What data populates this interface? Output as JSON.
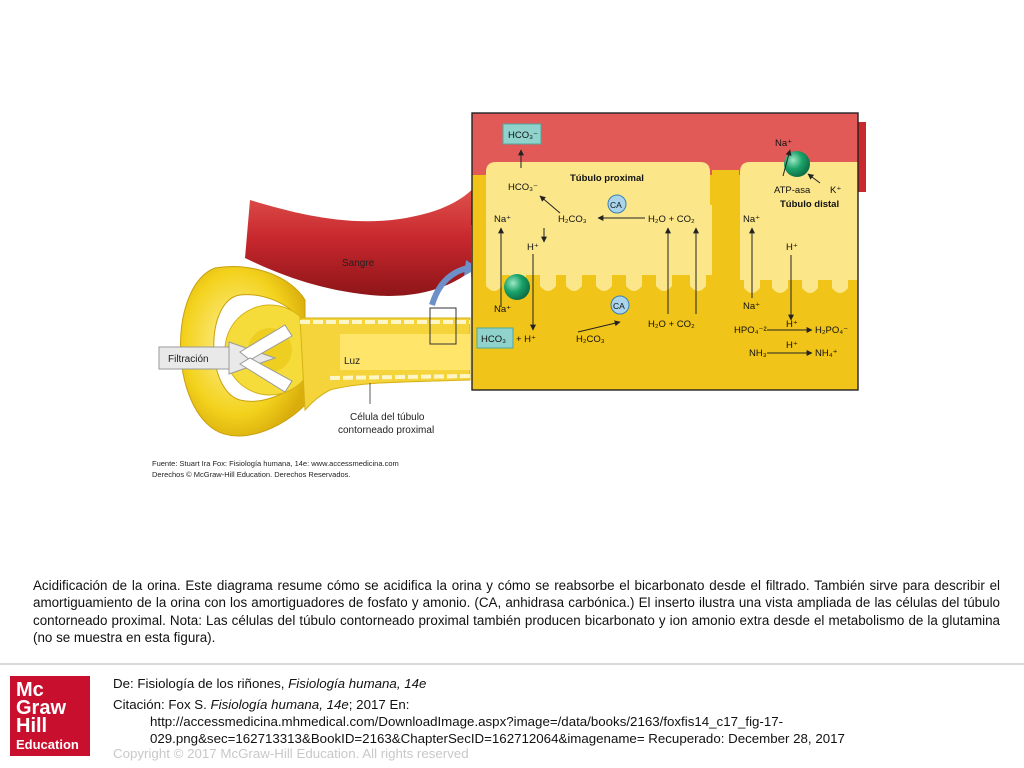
{
  "figure": {
    "label_sangre": "Sangre",
    "label_filtracion": "Filtración",
    "label_luz": "Luz",
    "label_celula_1": "Célula del túbulo",
    "label_celula_2": "contorneado proximal",
    "credit_1": "Fuente: Stuart Ira Fox: Fisiología humana, 14e: www.accessmedicina.com",
    "credit_2": "Derechos © McGraw-Hill Education. Derechos Reservados.",
    "inset": {
      "hco3_blood": "HCO₃⁻",
      "tubulo_proximal": "Túbulo proximal",
      "hco3_cell": "HCO₃⁻",
      "na_cell_left": "Na⁺",
      "h2co3_cell": "H₂CO₃",
      "ca_top": "CA",
      "h2o_co2_top": "H₂O  +  CO₂",
      "h_cell_left": "H⁺",
      "na_lumen_left": "Na⁺",
      "hco3_lumen": "HCO₃",
      "plus_h_lumen": "+   H⁺",
      "h2co3_lumen": "H₂CO₃",
      "ca_bottom": "CA",
      "h2o_co2_bottom": "H₂O  +  CO₂",
      "na_top_distal": "Na⁺",
      "atp_asa": "ATP-asa",
      "k_plus": "K⁺",
      "tubulo_distal": "Túbulo distal",
      "na_cell_right": "Na⁺",
      "h_cell_right": "H⁺",
      "na_lumen_right": "Na⁺",
      "hpo4": "HPO₄⁻²",
      "h_over_hpo4": "H⁺",
      "h2po4": "H₂PO₄⁻",
      "nh3": "NH₃",
      "h_over_nh3": "H⁺",
      "nh4": "NH₄⁺"
    }
  },
  "caption": "Acidificación de la orina. Este diagrama resume cómo se acidifica la orina y cómo se reabsorbe el bicarbonato desde el filtrado. También sirve para describir el amortiguamiento de la orina con los amortiguadores de fosfato y amonio. (CA, anhidrasa carbónica.) El inserto ilustra una vista ampliada de las células del túbulo contorneado proximal. Nota: Las células del túbulo contorneado proximal también producen bicarbonato y ion amonio extra desde el metabolismo de la glutamina (no se muestra en esta figura).",
  "logo": {
    "line1": "Mc",
    "line2": "Graw",
    "line3": "Hill",
    "line4": "Education"
  },
  "source": {
    "de_prefix": "De: ",
    "de_chapter": "Fisiología de los riñones, ",
    "de_book": "Fisiología humana, 14e",
    "citation_prefix": "Citación: Fox S. ",
    "citation_book": "Fisiología humana, 14e",
    "citation_rest": "; 2017 En:",
    "url_line1": "http://accessmedicina.mhmedical.com/DownloadImage.aspx?image=/data/books/2163/foxfis14_c17_fig-17-",
    "url_line2": "029.png&sec=162713313&BookID=2163&ChapterSecID=162712064&imagename= Recuperado: December 28, 2017"
  },
  "copyright": "Copyright © 2017 McGraw-Hill Education. All rights reserved",
  "colors": {
    "blood": "#d2353a",
    "inset_blood": "#e25a58",
    "cell": "#fbe68a",
    "lumen": "#f0c419",
    "transporter": "#1aa36a",
    "teal_box": "#8fd3cc"
  }
}
